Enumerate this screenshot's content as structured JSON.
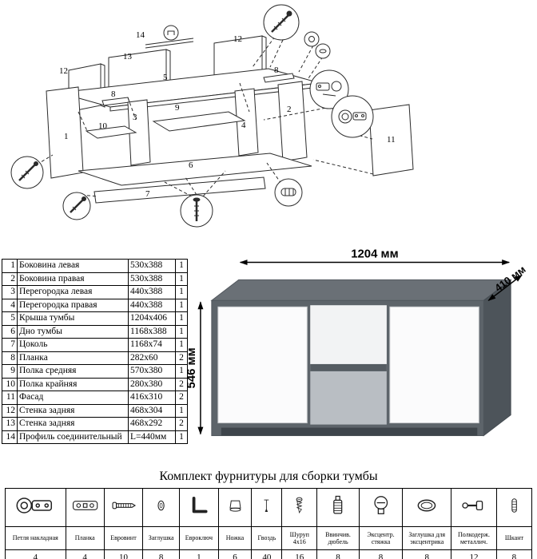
{
  "diagram": {
    "part_numbers": {
      "n1": "1",
      "n2": "2",
      "n3": "3",
      "n4": "4",
      "n5": "5",
      "n6": "6",
      "n7": "7",
      "n8a": "8",
      "n8b": "8",
      "n9": "9",
      "n10": "10",
      "n11": "11",
      "n12a": "12",
      "n12b": "12",
      "n13": "13",
      "n14": "14"
    }
  },
  "product": {
    "width_label": "1204 мм",
    "depth_label": "410 мм",
    "height_label": "546 мм",
    "colors": {
      "body": "#5d646a",
      "body_dark": "#4d545a",
      "top": "#6a7076",
      "door": "#fbfbfc",
      "shelf": "#555c62"
    }
  },
  "parts_table": {
    "rows": [
      {
        "num": "1",
        "name": "Боковина левая",
        "size": "530x388",
        "qty": "1"
      },
      {
        "num": "2",
        "name": "Боковина правая",
        "size": "530x388",
        "qty": "1"
      },
      {
        "num": "3",
        "name": "Перегородка левая",
        "size": "440x388",
        "qty": "1"
      },
      {
        "num": "4",
        "name": "Перегородка правая",
        "size": "440x388",
        "qty": "1"
      },
      {
        "num": "5",
        "name": "Крыша тумбы",
        "size": "1204x406",
        "qty": "1"
      },
      {
        "num": "6",
        "name": "Дно тумбы",
        "size": "1168x388",
        "qty": "1"
      },
      {
        "num": "7",
        "name": "Цоколь",
        "size": "1168x74",
        "qty": "1"
      },
      {
        "num": "8",
        "name": "Планка",
        "size": "282x60",
        "qty": "2"
      },
      {
        "num": "9",
        "name": "Полка средняя",
        "size": "570x380",
        "qty": "1"
      },
      {
        "num": "10",
        "name": "Полка крайняя",
        "size": "280x380",
        "qty": "2"
      },
      {
        "num": "11",
        "name": "Фасад",
        "size": "416x310",
        "qty": "2"
      },
      {
        "num": "12",
        "name": "Стенка задняя",
        "size": "468x304",
        "qty": "1"
      },
      {
        "num": "13",
        "name": "Стенка задняя",
        "size": "468x292",
        "qty": "2"
      },
      {
        "num": "14",
        "name": "Профиль соединительный",
        "size": "L=440мм",
        "qty": "1"
      }
    ]
  },
  "hardware": {
    "title": "Комплект фурнитуры для сборки тумбы",
    "items": [
      {
        "name": "Петля накладная",
        "qty": "4",
        "icon": "hinge-icon"
      },
      {
        "name": "Планка",
        "qty": "4",
        "icon": "plate-icon"
      },
      {
        "name": "Евровинт",
        "qty": "10",
        "icon": "euroscrew-icon"
      },
      {
        "name": "Заглушка",
        "qty": "8",
        "icon": "cap-icon"
      },
      {
        "name": "Евроключ",
        "qty": "1",
        "icon": "hexkey-icon"
      },
      {
        "name": "Ножка",
        "qty": "6",
        "icon": "leg-icon"
      },
      {
        "name": "Гвоздь",
        "qty": "40",
        "icon": "nail-icon"
      },
      {
        "name": "Шуруп 4x16",
        "qty": "16",
        "icon": "screw-icon"
      },
      {
        "name": "Ввинчив. дюбель",
        "qty": "8",
        "icon": "dowel-screw-icon"
      },
      {
        "name": "Эксцентр. стяжка",
        "qty": "8",
        "icon": "cam-lock-icon"
      },
      {
        "name": "Заглушка для эксцентрика",
        "qty": "8",
        "icon": "cam-cap-icon"
      },
      {
        "name": "Полкодерж. металлич.",
        "qty": "12",
        "icon": "shelf-pin-icon"
      },
      {
        "name": "Шкант",
        "qty": "8",
        "icon": "wood-dowel-icon"
      }
    ]
  }
}
